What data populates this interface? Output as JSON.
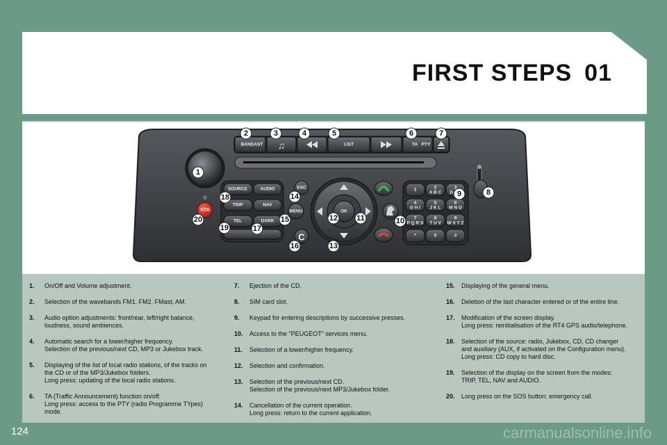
{
  "header": {
    "title": "FIRST STEPS",
    "chapter": "01"
  },
  "page_number": "124",
  "watermark": "carmanualsonline.info",
  "colors": {
    "page_bg": "#6b9a86",
    "notes_bg": "#b9c7bf",
    "panel_dark": "#3b3d40",
    "sos_red": "#c9312a"
  },
  "radio_labels": {
    "band": "BAND",
    "band_sub": "AST",
    "list": "LIST",
    "ta": "TA",
    "ta_sub": "PTY",
    "source": "SOURCE",
    "audio": "AUDIO",
    "trip": "TRIP",
    "nav": "NAV",
    "tel": "TEL",
    "dark": "DARK",
    "esc": "ESC",
    "menu": "MENU",
    "ok": "OK",
    "sos": "SOS",
    "keys": [
      {
        "main": "1",
        "sub": ""
      },
      {
        "main": "2",
        "sub": "A B C"
      },
      {
        "main": "3",
        "sub": "D E F"
      },
      {
        "main": "4",
        "sub": "G H I"
      },
      {
        "main": "5",
        "sub": "J K L"
      },
      {
        "main": "6",
        "sub": "M N O"
      },
      {
        "main": "7",
        "sub": "P Q R S"
      },
      {
        "main": "8",
        "sub": "T U V"
      },
      {
        "main": "9",
        "sub": "W X Y Z"
      },
      {
        "main": "*",
        "sub": ""
      },
      {
        "main": "0",
        "sub": ""
      },
      {
        "main": "#",
        "sub": ""
      }
    ]
  },
  "callouts": [
    "1",
    "2",
    "3",
    "4",
    "5",
    "6",
    "7",
    "8",
    "9",
    "10",
    "11",
    "12",
    "13",
    "14",
    "15",
    "16",
    "17",
    "18",
    "19",
    "20"
  ],
  "legend": {
    "col1": [
      {
        "num": "1.",
        "lines": [
          "On/Off and Volume adjustment."
        ]
      },
      {
        "num": "2.",
        "lines": [
          "Selection of the wavebands FM1, FM2, FMast, AM."
        ]
      },
      {
        "num": "3.",
        "lines": [
          "Audio option adjustments: front/rear, left/right balance,",
          "loudness, sound ambiences."
        ]
      },
      {
        "num": "4.",
        "lines": [
          "Automatic search for a lower/higher frequency.",
          "Selection of the previous/next CD, MP3 or Jukebox track."
        ]
      },
      {
        "num": "5.",
        "lines": [
          "Displaying of the list of local radio stations, of the tracks on",
          "the CD or of the MP3/Jukebox folders.",
          "Long press: updating of the local radio stations."
        ]
      },
      {
        "num": "6.",
        "lines": [
          "TA (Traffic Announcement) function on/off.",
          "Long press: access to the PTY (radio Programme TYpes)",
          "mode."
        ]
      }
    ],
    "col2": [
      {
        "num": "7.",
        "lines": [
          "Ejection of the CD."
        ]
      },
      {
        "num": "8.",
        "lines": [
          "SIM card slot."
        ]
      },
      {
        "num": "9.",
        "lines": [
          "Keypad for entering descriptions by successive presses."
        ]
      },
      {
        "num": "10.",
        "lines": [
          "Access to the \"PEUGEOT\" services menu."
        ]
      },
      {
        "num": "11.",
        "lines": [
          "Selection of a lower/higher frequency."
        ]
      },
      {
        "num": "12.",
        "lines": [
          "Selection and confirmation."
        ]
      },
      {
        "num": "13.",
        "lines": [
          "Selection of the previous/next CD.",
          "Selection of the previous/next MP3/Jukebox folder."
        ]
      },
      {
        "num": "14.",
        "lines": [
          "Cancellation of the current operation.",
          "Long press: return to the current application."
        ]
      }
    ],
    "col3": [
      {
        "num": "15.",
        "lines": [
          "Displaying of the general menu."
        ]
      },
      {
        "num": "16.",
        "lines": [
          "Deletion of the last character entered or of the entire line."
        ]
      },
      {
        "num": "17.",
        "lines": [
          "Modification of the screen display.",
          "Long press: reinitialisation of the RT4 GPS audio/telephone."
        ]
      },
      {
        "num": "18.",
        "lines": [
          "Selection of the source: radio, Jukebox, CD, CD changer",
          "and auxiliary (AUX, if activated on the Configuration menu).",
          "Long press: CD copy to hard disc."
        ]
      },
      {
        "num": "19.",
        "lines": [
          "Selection of the display on the screen from the modes:",
          "TRIP, TEL, NAV and AUDIO."
        ]
      },
      {
        "num": "20.",
        "lines": [
          "Long press on the SOS button: emergency call."
        ]
      }
    ]
  }
}
